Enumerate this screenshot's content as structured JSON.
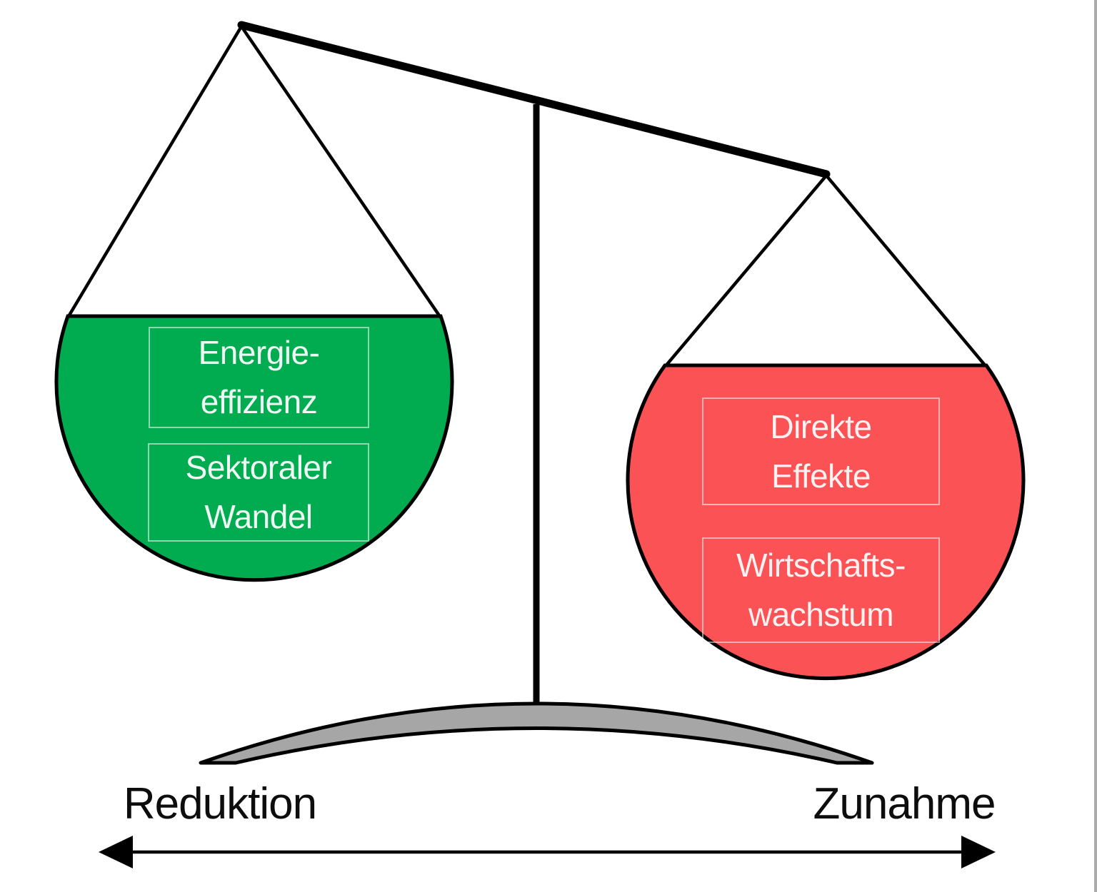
{
  "scale": {
    "left_pan": {
      "fill_color": "#00AC4F",
      "labels": [
        {
          "text": "Energie-\neffizienz"
        },
        {
          "text": "Sektoraler\nWandel"
        }
      ]
    },
    "right_pan": {
      "fill_color": "#FB5355",
      "labels": [
        {
          "text": "Direkte\nEffekte"
        },
        {
          "text": "Wirtschafts-\nwachstum"
        }
      ]
    },
    "base_color": "#A6A6A6",
    "line_color": "#000000"
  },
  "axis": {
    "left_label": "Reduktion",
    "right_label": "Zunahme"
  }
}
